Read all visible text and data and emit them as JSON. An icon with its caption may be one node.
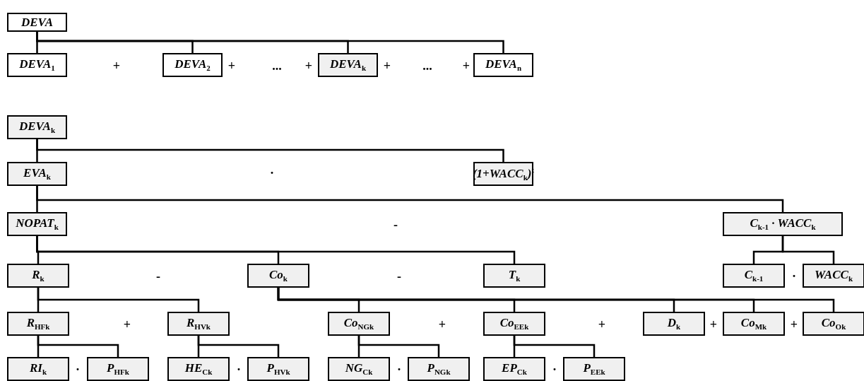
{
  "diagram": {
    "nodes": [
      {
        "text": [
          "DEVA"
        ]
      },
      {
        "text": [
          "DEVA$_{1}$"
        ]
      },
      {
        "text": [
          "DEVA$_{2}$"
        ]
      },
      {
        "text": [
          "DEVA$_{k}$"
        ]
      },
      {
        "text": [
          "DEVA$_{n}$"
        ]
      },
      {
        "text": [
          "DEVA$_{k}$"
        ]
      },
      {
        "text": [
          "EVA$_{k}$"
        ]
      },
      {
        "text": [
          "(1+WACC$_{k}$)$^{t}$"
        ]
      },
      {
        "text": [
          "NOPAT$_{k}$"
        ]
      },
      {
        "text": [
          "C$_{k-1}$ · WACC$_{k}$"
        ]
      },
      {
        "text": [
          "R$_{k}$"
        ]
      },
      {
        "text": [
          "Co$_{k}$"
        ]
      },
      {
        "text": [
          "T$_{k}$"
        ]
      },
      {
        "text": [
          "C$_{k-1}$"
        ]
      },
      {
        "text": [
          "WACC$_{k}$"
        ]
      },
      {
        "text": [
          "R$_{HFk}$"
        ]
      },
      {
        "text": [
          "R$_{HVk}$"
        ]
      },
      {
        "text": [
          "Co$_{NGk}$"
        ]
      },
      {
        "text": [
          "Co$_{EEk}$"
        ]
      },
      {
        "text": [
          "D$_{k}$"
        ]
      },
      {
        "text": [
          "Co$_{Mk}$"
        ]
      },
      {
        "text": [
          "Co$_{Ok}$"
        ]
      },
      {
        "text": [
          "RI$_{k}$"
        ]
      },
      {
        "text": [
          "P$_{HFk}$"
        ]
      },
      {
        "text": [
          "HE$_{Ck}$"
        ]
      },
      {
        "text": [
          "P$_{HVk}$"
        ]
      },
      {
        "text": [
          "NG$_{Ck}$"
        ]
      },
      {
        "text": [
          "P$_{NGk}$"
        ]
      },
      {
        "text": [
          "EP$_{Ck}$"
        ]
      },
      {
        "text": [
          "P$_{EEk}$"
        ]
      }
    ],
    "edges": [
      {
        "from": 0,
        "to": 1,
        "arrow": "none"
      },
      {
        "from": 0,
        "to": 2,
        "arrow": "none"
      },
      {
        "from": 0,
        "to": 3,
        "arrow": "none"
      },
      {
        "from": 0,
        "to": 4,
        "arrow": "none"
      },
      {
        "from": 5,
        "to": 6,
        "arrow": "none"
      },
      {
        "from": 5,
        "to": 7,
        "arrow": "none"
      },
      {
        "from": 6,
        "to": 8,
        "arrow": "none"
      },
      {
        "from": 6,
        "to": 9,
        "arrow": "none"
      },
      {
        "from": 8,
        "to": 10,
        "arrow": "none"
      },
      {
        "from": 8,
        "to": 11,
        "arrow": "none"
      },
      {
        "from": 8,
        "to": 12,
        "arrow": "none"
      },
      {
        "from": 9,
        "to": 13,
        "arrow": "none"
      },
      {
        "from": 9,
        "to": 14,
        "arrow": "none"
      },
      {
        "from": 10,
        "to": 15,
        "arrow": "none"
      },
      {
        "from": 10,
        "to": 16,
        "arrow": "none"
      },
      {
        "from": 11,
        "to": 17,
        "arrow": "none"
      },
      {
        "from": 11,
        "to": 18,
        "arrow": "none"
      },
      {
        "from": 11,
        "to": 19,
        "arrow": "none"
      },
      {
        "from": 11,
        "to": 20,
        "arrow": "none"
      },
      {
        "from": 11,
        "to": 21,
        "arrow": "none"
      },
      {
        "from": 15,
        "to": 22,
        "arrow": "none"
      },
      {
        "from": 15,
        "to": 23,
        "arrow": "none"
      },
      {
        "from": 16,
        "to": 24,
        "arrow": "none"
      },
      {
        "from": 16,
        "to": 25,
        "arrow": "none"
      },
      {
        "from": 17,
        "to": 26,
        "arrow": "none"
      },
      {
        "from": 17,
        "to": 27,
        "arrow": "none"
      },
      {
        "from": 18,
        "to": 28,
        "arrow": "none"
      },
      {
        "from": 18,
        "to": 29,
        "arrow": "none"
      }
    ],
    "labels": [
      "+",
      "+",
      "...",
      "+",
      "+",
      "...",
      "+",
      "·",
      "-",
      "-",
      "-",
      "·",
      "+",
      "+",
      "+",
      "+",
      "+",
      "·",
      "·",
      "·",
      "·"
    ]
  }
}
